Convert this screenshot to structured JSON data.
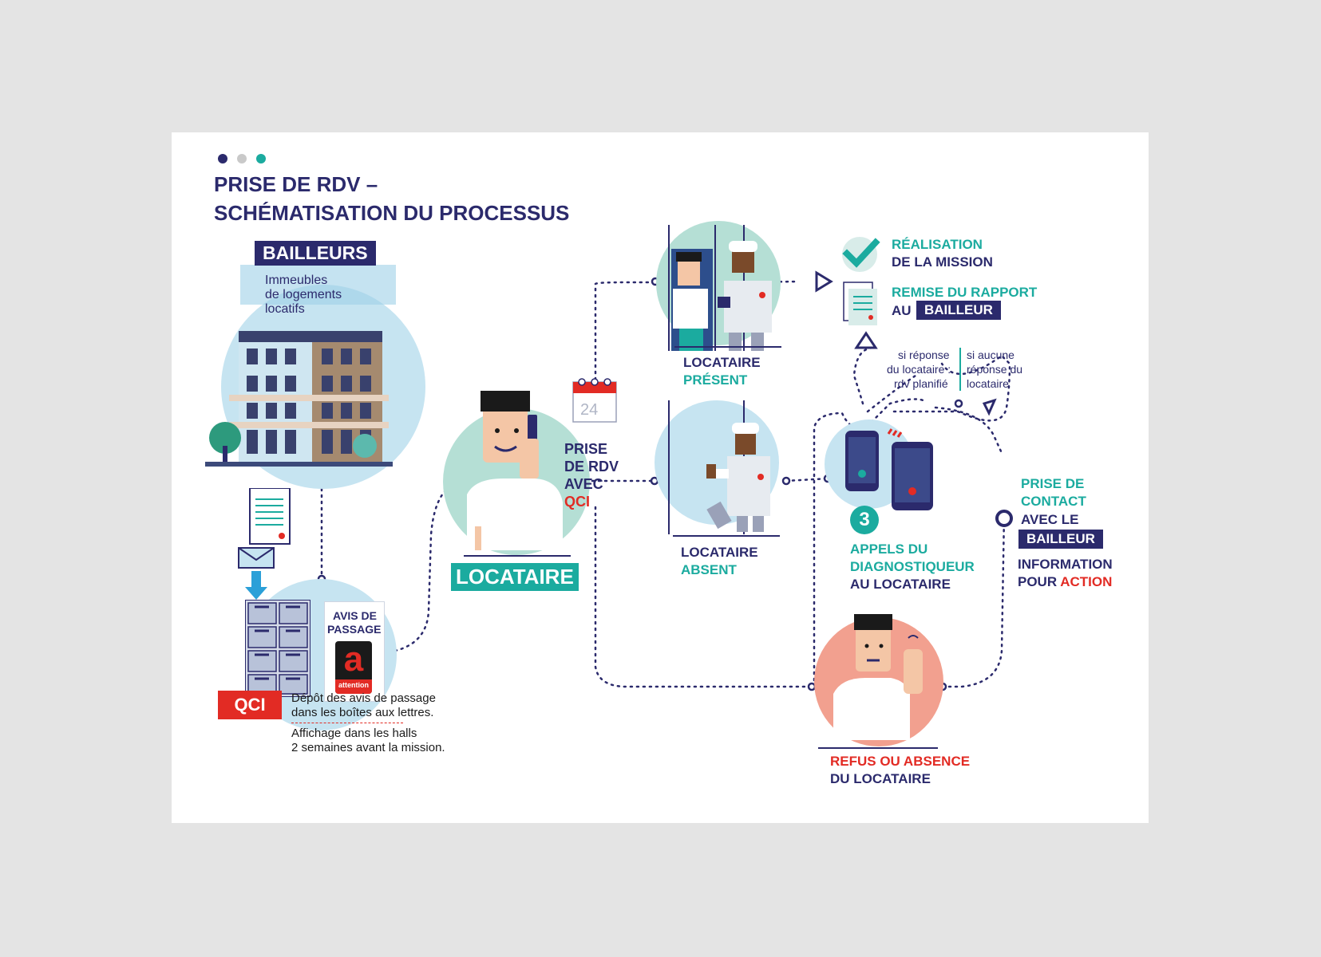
{
  "header": {
    "dots": [
      "#2b2a6c",
      "#c9c9c9",
      "#1bab9f"
    ],
    "title_line1": "PRISE DE RDV –",
    "title_line2": "SCHÉMATISATION DU PROCESSUS"
  },
  "bailleurs": {
    "tag": "BAILLEURS",
    "caption_line1": "Immeubles",
    "caption_line2": "de logements",
    "caption_line3": "locatifs"
  },
  "avis": {
    "line1": "AVIS DE",
    "line2": "PASSAGE",
    "logo_letter": "a",
    "logo_word": "attention"
  },
  "qci": {
    "tag": "QCI",
    "text_line1": "Dépôt des avis de passage",
    "text_line2": "dans les boîtes aux lettres.",
    "text_line3": "Affichage dans les halls",
    "text_line4": "2 semaines avant la mission."
  },
  "locataire": {
    "tag": "LOCATAIRE"
  },
  "calendar": {
    "day": "24"
  },
  "prise_rdv": {
    "line1": "PRISE",
    "line2": "DE RDV",
    "line3": "AVEC",
    "line4": "QCI"
  },
  "present": {
    "line1": "LOCATAIRE",
    "line2": "PRÉSENT"
  },
  "absent": {
    "line1": "LOCATAIRE",
    "line2": "ABSENT"
  },
  "realisation": {
    "line1": "RÉALISATION",
    "line2": "DE LA MISSION"
  },
  "remise": {
    "line1": "REMISE DU RAPPORT",
    "line2": "AU",
    "tag": "BAILLEUR"
  },
  "reponse": {
    "left_line1": "si réponse",
    "left_line2": "du locataire :",
    "left_line3": "rdv planifié",
    "right_line1": "si aucune",
    "right_line2": "réponse du",
    "right_line3": "locataire"
  },
  "appels": {
    "number": "3",
    "line1": "APPELS DU",
    "line2": "DIAGNOSTIQUEUR",
    "line3": "AU LOCATAIRE"
  },
  "contact": {
    "line1": "PRISE DE",
    "line2": "CONTACT",
    "line3": "AVEC LE",
    "tag": "BAILLEUR",
    "line4": "INFORMATION",
    "line5a": "POUR ",
    "line5b": "ACTION"
  },
  "refus": {
    "line1": "REFUS OU ABSENCE",
    "line2": "DU LOCATAIRE"
  },
  "colors": {
    "navy": "#2b2a6c",
    "teal": "#1bab9f",
    "red": "#e22b24",
    "light_blue": "#c6e4f1",
    "mint": "#b5dfd5",
    "salmon": "#f2a08f"
  }
}
